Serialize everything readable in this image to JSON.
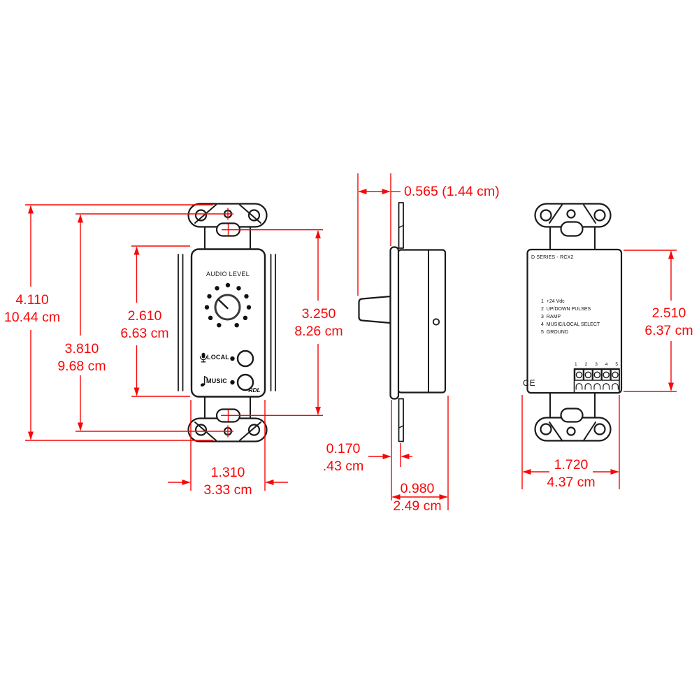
{
  "front_view": {
    "panel_title": "AUDIO LEVEL",
    "local_label": "LOCAL",
    "music_label": "MUSIC",
    "brand": "RDL",
    "local_icon": "microphone-icon",
    "music_icon": "music-note-icon"
  },
  "rear_view": {
    "model_label": "D SERIES - RCX2",
    "pin_list": [
      "1  +24 Vdc",
      "2  UP/DOWN PULSES",
      "3  RAMP",
      "4  MUSIC/LOCAL SELECT",
      "5  GROUND"
    ],
    "terminal_numbers": [
      "1",
      "2",
      "3",
      "4",
      "5"
    ],
    "ce_mark": "CE"
  },
  "dimensions": {
    "overall_height": {
      "inches": "4.110",
      "cm": "10.44 cm"
    },
    "screw_hole_spacing": {
      "inches": "3.810",
      "cm": "9.68 cm"
    },
    "cover_height": {
      "inches": "2.610",
      "cm": "6.63 cm"
    },
    "slot_spacing": {
      "inches": "3.250",
      "cm": "8.26 cm"
    },
    "cover_width": {
      "inches": "1.310",
      "cm": "3.33 cm"
    },
    "knob_protrusion": "0.565 (1.44 cm)",
    "flange_offset": {
      "inches": "0.170",
      "cm": ".43 cm"
    },
    "mounting_depth": {
      "inches": "0.980",
      "cm": "2.49 cm"
    },
    "rear_height": {
      "inches": "2.510",
      "cm": "6.37 cm"
    },
    "rear_width": {
      "inches": "1.720",
      "cm": "4.37 cm"
    }
  },
  "colors": {
    "dimension_red": "#f90606",
    "line_black": "#1a1a1a"
  }
}
